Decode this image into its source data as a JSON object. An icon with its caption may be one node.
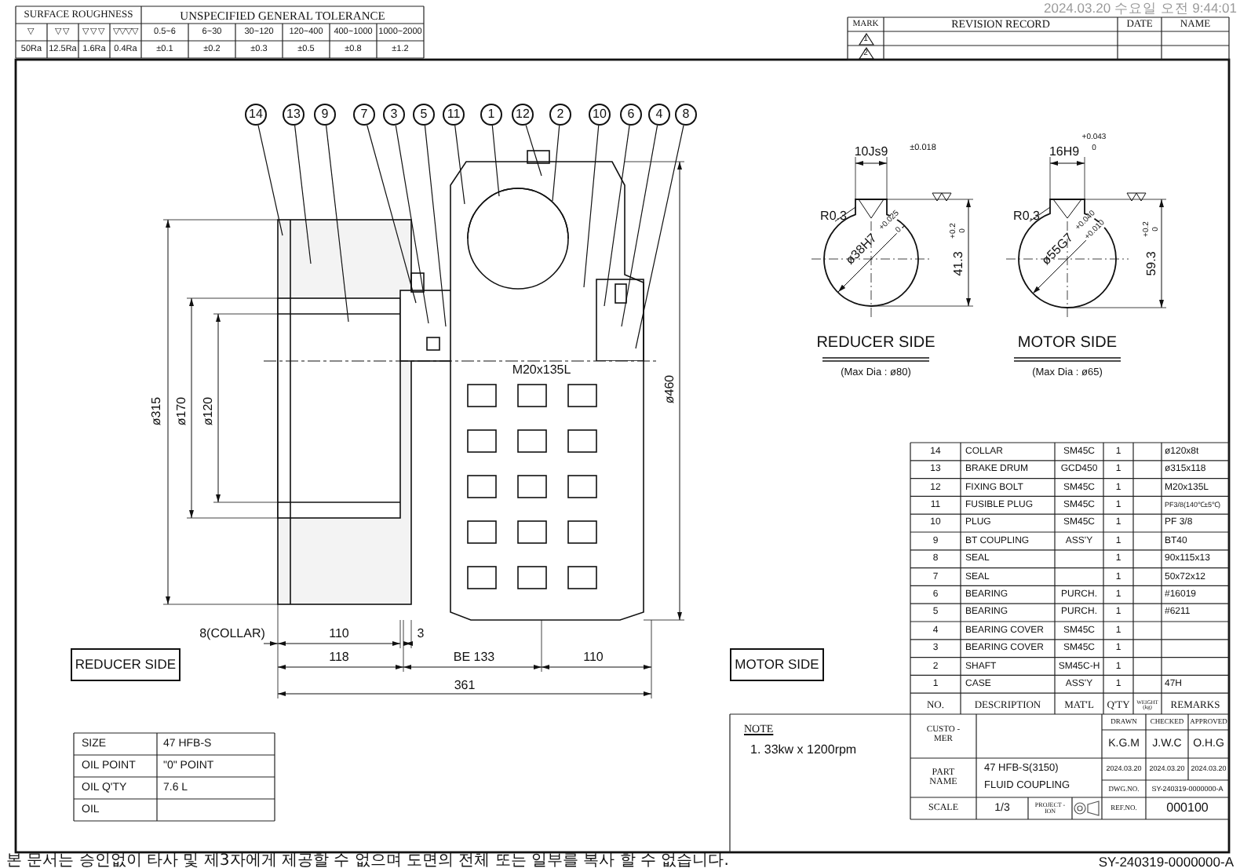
{
  "diagram": {
    "nodes": [
      {
        "text": [
          "14"
        ]
      },
      {
        "text": [
          "13"
        ]
      },
      {
        "text": [
          "9"
        ]
      },
      {
        "text": [
          "7"
        ]
      },
      {
        "text": [
          "3"
        ]
      },
      {
        "text": [
          "5"
        ]
      },
      {
        "text": [
          "11"
        ]
      },
      {
        "text": [
          "1"
        ]
      },
      {
        "text": [
          "12"
        ]
      },
      {
        "text": [
          "2"
        ]
      },
      {
        "text": [
          "10"
        ]
      },
      {
        "text": [
          "6"
        ]
      },
      {
        "text": [
          "4"
        ]
      },
      {
        "text": [
          "8"
        ]
      },
      {
        "text": [
          "REDUCER SIDE"
        ]
      },
      {
        "text": [
          "MOTOR SIDE"
        ]
      },
      {
        "text": [
          "1"
        ]
      },
      {
        "text": [
          "2"
        ]
      }
    ],
    "edges": [
      {
        "from": 0,
        "to": null,
        "arrow": "none"
      },
      {
        "from": 1,
        "to": null,
        "arrow": "none"
      },
      {
        "from": 2,
        "to": null,
        "arrow": "none"
      },
      {
        "from": 3,
        "to": null,
        "arrow": "none"
      },
      {
        "from": 4,
        "to": null,
        "arrow": "none"
      },
      {
        "from": 5,
        "to": null,
        "arrow": "none"
      },
      {
        "from": 6,
        "to": null,
        "arrow": "none"
      },
      {
        "from": 7,
        "to": null,
        "arrow": "none"
      },
      {
        "from": 8,
        "to": null,
        "arrow": "none"
      },
      {
        "from": 9,
        "to": null,
        "arrow": "none"
      },
      {
        "from": 10,
        "to": null,
        "arrow": "none"
      },
      {
        "from": 11,
        "to": null,
        "arrow": "none"
      },
      {
        "from": 12,
        "to": null,
        "arrow": "none"
      },
      {
        "from": 13,
        "to": null,
        "arrow": "none"
      }
    ],
    "labels": [
      "SURFACE ROUGHNESS",
      "UNSPECIFIED GENERAL TOLERANCE",
      "▽",
      "▽▽",
      "▽▽▽",
      "▽▽▽▽",
      "0.5~6",
      "6~30",
      "30~120",
      "120~400",
      "400~1000",
      "1000~2000",
      "50Ra",
      "12.5Ra",
      "1.6Ra",
      "0.4Ra",
      "±0.1",
      "±0.2",
      "±0.3",
      "±0.5",
      "±0.8",
      "±1.2",
      "2024.03.20 수요일 오전 9:44:01",
      "MARK",
      "REVISION RECORD",
      "DATE",
      "NAME",
      "ø315",
      "ø170",
      "ø120",
      "M20x135L",
      "ø460",
      "8(COLLAR)",
      "110",
      "3",
      "118",
      "BE 133",
      "110",
      "361",
      "10Js9",
      "±0.018",
      "R0.3",
      "ø38H7",
      "+0.025",
      "0",
      "41.3",
      "+0.2",
      "0",
      "REDUCER SIDE",
      "(Max Dia : ø80)",
      "16H9",
      "+0.043",
      "0",
      "R0.3",
      "ø55G7",
      "+0.040",
      "+0.010",
      "59.3",
      "+0.2",
      "0",
      "MOTOR SIDE",
      "(Max Dia : ø65)",
      "14",
      "COLLAR",
      "SM45C",
      "1",
      "ø120x8t",
      "13",
      "BRAKE DRUM",
      "GCD450",
      "1",
      "ø315x118",
      "12",
      "FIXING BOLT",
      "SM45C",
      "1",
      "M20x135L",
      "11",
      "FUSIBLE PLUG",
      "SM45C",
      "1",
      "PF3/8(140℃±5℃)",
      "10",
      "PLUG",
      "SM45C",
      "1",
      "PF 3/8",
      "9",
      "BT COUPLING",
      "ASS'Y",
      "1",
      "BT40",
      "8",
      "SEAL",
      "1",
      "90x115x13",
      "7",
      "SEAL",
      "1",
      "50x72x12",
      "6",
      "BEARING",
      "PURCH.",
      "1",
      "#16019",
      "5",
      "BEARING",
      "PURCH.",
      "1",
      "#6211",
      "4",
      "BEARING COVER",
      "SM45C",
      "1",
      "3",
      "BEARING COVER",
      "SM45C",
      "1",
      "2",
      "SHAFT",
      "SM45C-H",
      "1",
      "1",
      "CASE",
      "ASS'Y",
      "1",
      "47H",
      "NO.",
      "DESCRIPTION",
      "MAT'L",
      "Q'TY",
      "WEIGHT (kg)",
      "REMARKS",
      "CUSTO -MER",
      "DRAWN",
      "CHECKED",
      "APPROVED",
      "K.G.M",
      "J.W.C",
      "O.H.G",
      "PART NAME",
      "47 HFB-S(3150)",
      "FLUID COUPLING",
      "2024.03.20",
      "2024.03.20",
      "2024.03.20",
      "DWG.NO.",
      "SY-240319-0000000-A",
      "SCALE",
      "1/3",
      "PROJECT -ION",
      "REF.NO.",
      "000100",
      "NOTE",
      "1. 33kw x 1200rpm",
      "SIZE",
      "47 HFB-S",
      "OIL POINT",
      "\"0\" POINT",
      "OIL Q'TY",
      "7.6 L",
      "OIL",
      "본 문서는 승인없이 타사 및 제3자에게 제공할 수 없으며 도면의 전체 또는 일부를 복사 할 수 없습니다.",
      "SY-240319-0000000-A"
    ]
  }
}
